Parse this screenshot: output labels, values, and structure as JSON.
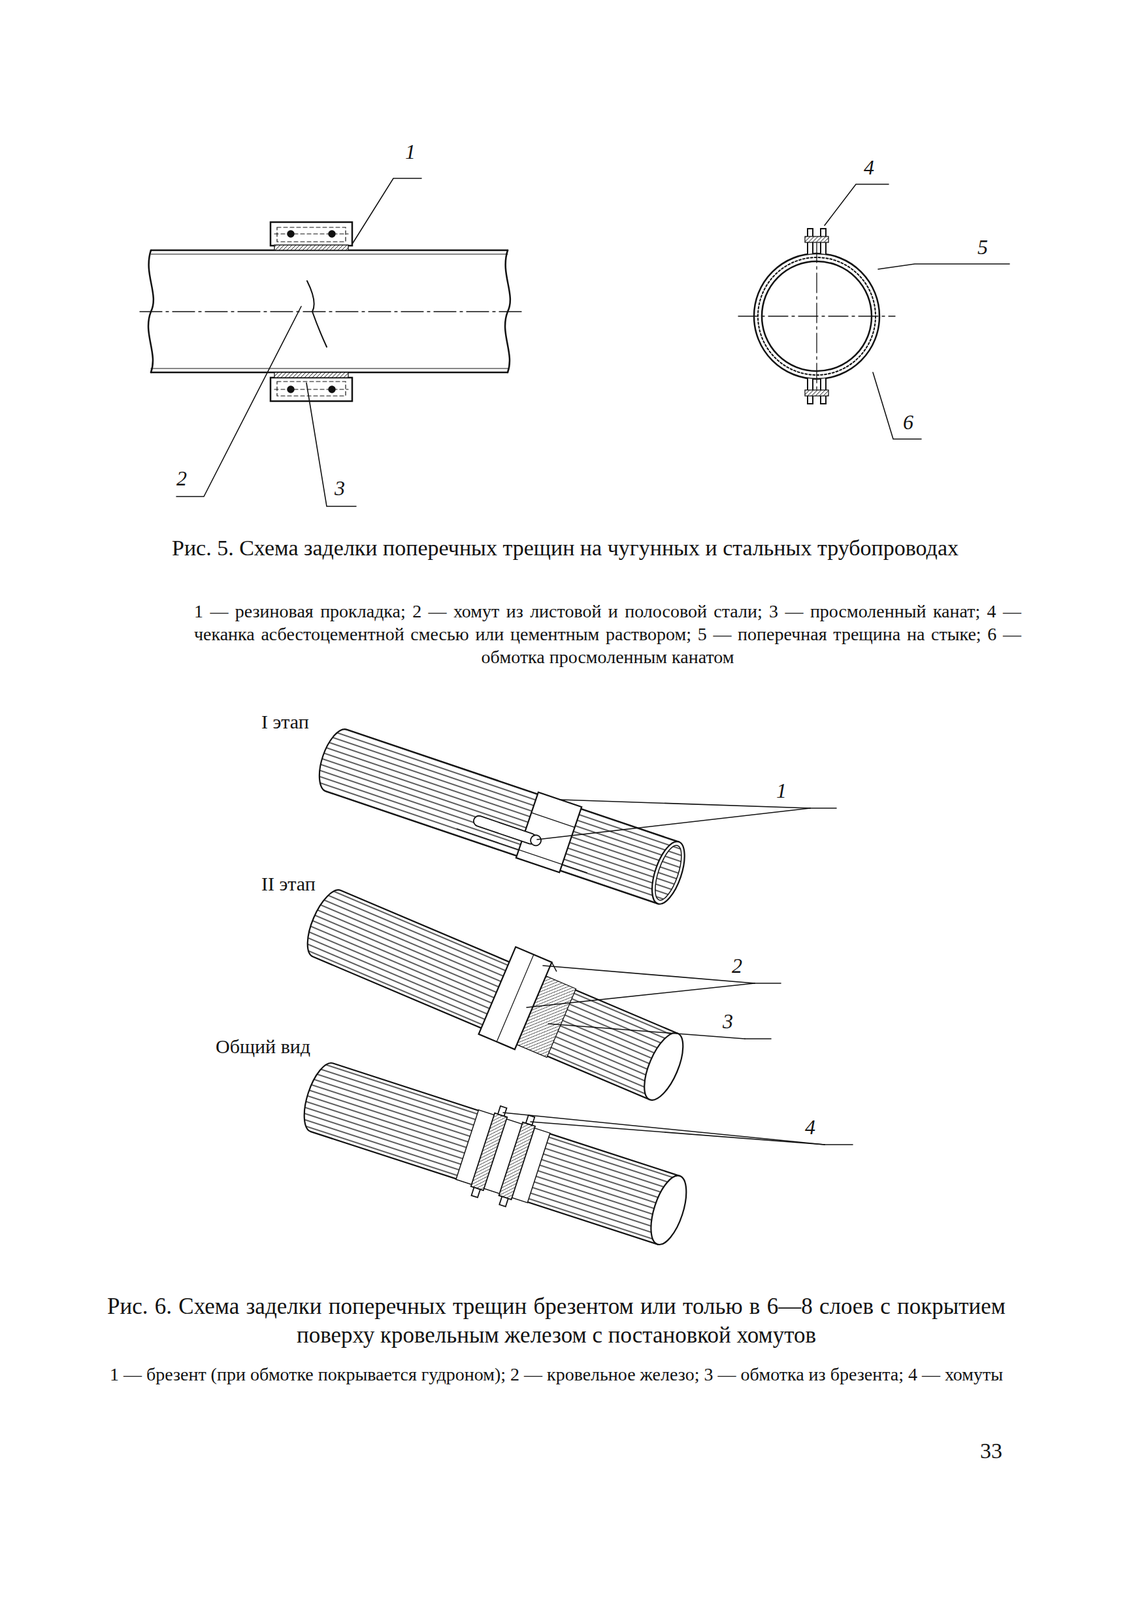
{
  "diagram": {
    "labels": [
      "1",
      "2",
      "3",
      "4",
      "5",
      "6",
      "Рис. 5. Схема заделки поперечных трещин на чугунных и стальных трубопроводах",
      "1 — резиновая прокладка; 2 — хомут из листовой и полосовой стали; 3 — просмоленный канат; 4 — чеканка асбестоцементной смесью или цементным раствором; 5 — поперечная трещина на стыке; 6 — обмотка просмоленным канатом",
      "I этап",
      "II этап",
      "Общий вид",
      "1",
      "2",
      "3",
      "4",
      "Рис. 6. Схема заделки поперечных трещин брезентом или толью в 6—8 слоев с покрытием поверху кровельным железом с постановкой хомутов",
      "1 — брезент (при обмотке покрывается гудроном); 2 — кровельное железо; 3 — обмотка из брезента; 4 — хомуты",
      "33"
    ]
  }
}
